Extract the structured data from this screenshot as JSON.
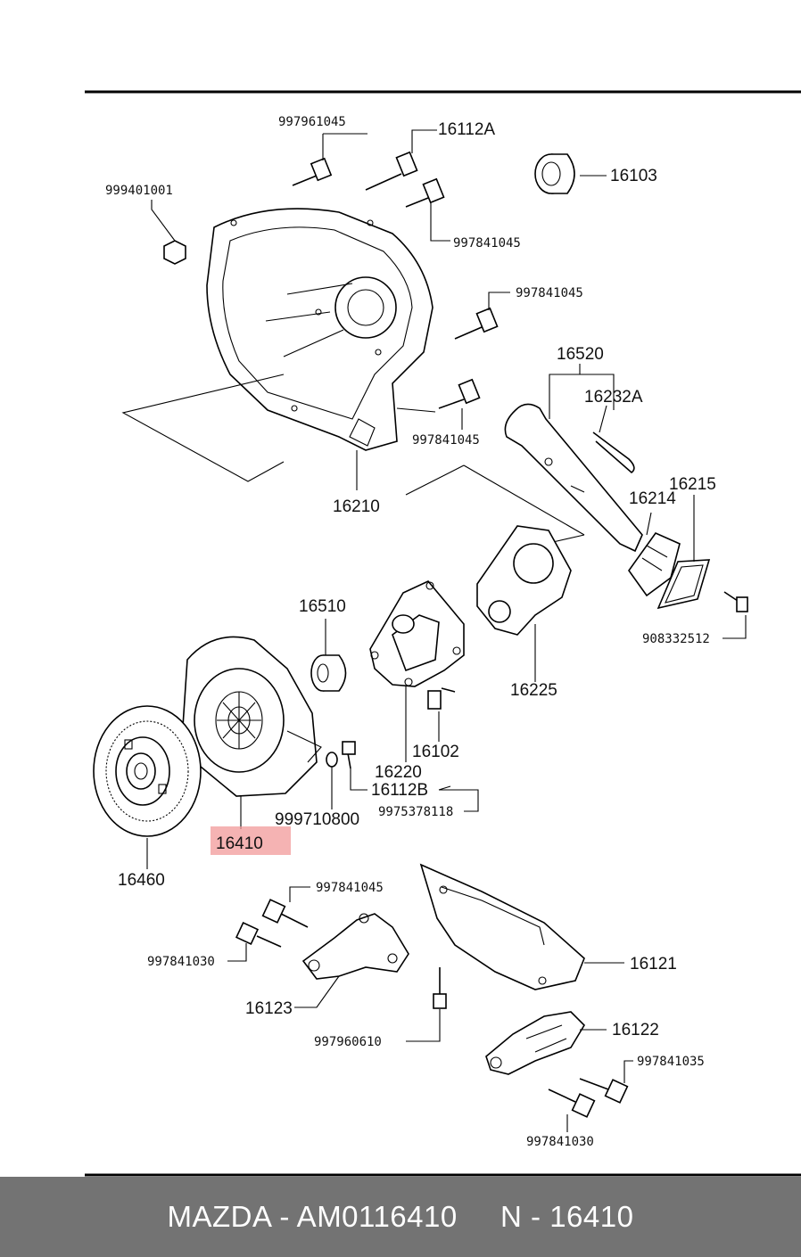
{
  "footer": {
    "text": "MAZDA - AM0116410     N - 16410"
  },
  "highlight": {
    "part_number": "16410",
    "color": "#f29a9a"
  },
  "labels": {
    "p997961045": "997961045",
    "p16112A": "16112A",
    "p16103": "16103",
    "p999401001": "999401001",
    "p997841045_a": "997841045",
    "p997841045_b": "997841045",
    "p16520": "16520",
    "p16232A": "16232A",
    "p997841045_c": "997841045",
    "p16214": "16214",
    "p16215": "16215",
    "p16210": "16210",
    "p16510": "16510",
    "p908332512": "908332512",
    "p16225": "16225",
    "p16102": "16102",
    "p16220": "16220",
    "p16112B": "16112B",
    "p999710800": "999710800",
    "p9975378118": "9975378118",
    "p16410": "16410",
    "p16460": "16460",
    "p997841045_d": "997841045",
    "p997841030_a": "997841030",
    "p16121": "16121",
    "p16123": "16123",
    "p997960610": "997960610",
    "p16122": "16122",
    "p997841035": "997841035",
    "p997841030_b": "997841030"
  }
}
